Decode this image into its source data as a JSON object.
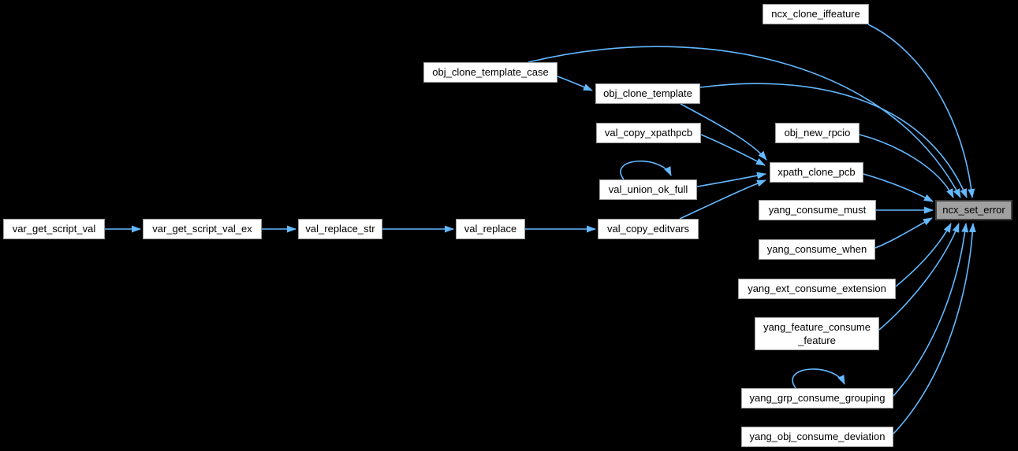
{
  "diagram": {
    "type": "call-graph",
    "description": "Caller graph for ncx_set_error",
    "colors": {
      "background": "#000000",
      "edge_color": "#63B8FF",
      "node_fill": "#FFFFFF",
      "node_border": "#9C9C9C",
      "highlight_fill": "#A0A0A0",
      "highlight_border": "#3E3E3E",
      "text_color": "#000000"
    }
  },
  "nodes": {
    "ncx_clone_iffeature": {
      "label": "ncx_clone_iffeature"
    },
    "obj_clone_template_case": {
      "label": "obj_clone_template_case"
    },
    "obj_clone_template": {
      "label": "obj_clone_template"
    },
    "val_copy_xpathpcb": {
      "label": "val_copy_xpathpcb"
    },
    "obj_new_rpcio": {
      "label": "obj_new_rpcio"
    },
    "xpath_clone_pcb": {
      "label": "xpath_clone_pcb"
    },
    "val_union_ok_full": {
      "label": "val_union_ok_full"
    },
    "yang_consume_must": {
      "label": "yang_consume_must"
    },
    "var_get_script_val": {
      "label": "var_get_script_val"
    },
    "var_get_script_val_ex": {
      "label": "var_get_script_val_ex"
    },
    "val_replace_str": {
      "label": "val_replace_str"
    },
    "val_replace": {
      "label": "val_replace"
    },
    "val_copy_editvars": {
      "label": "val_copy_editvars"
    },
    "ncx_set_error": {
      "label": "ncx_set_error",
      "highlighted": true
    },
    "yang_consume_when": {
      "label": "yang_consume_when"
    },
    "yang_ext_consume_extension": {
      "label": "yang_ext_consume_extension"
    },
    "yang_feature_consume_feature": {
      "label": "yang_feature_consume _feature",
      "line1": "yang_feature_consume",
      "line2": "_feature"
    },
    "yang_grp_consume_grouping": {
      "label": "yang_grp_consume_grouping"
    },
    "yang_obj_consume_deviation": {
      "label": "yang_obj_consume_deviation"
    }
  },
  "edges": [
    {
      "from": "var_get_script_val",
      "to": "var_get_script_val_ex"
    },
    {
      "from": "var_get_script_val_ex",
      "to": "val_replace_str"
    },
    {
      "from": "val_replace_str",
      "to": "val_replace"
    },
    {
      "from": "val_replace",
      "to": "val_copy_editvars"
    },
    {
      "from": "val_copy_editvars",
      "to": "xpath_clone_pcb"
    },
    {
      "from": "val_union_ok_full",
      "to": "xpath_clone_pcb"
    },
    {
      "from": "val_union_ok_full",
      "to": "val_union_ok_full"
    },
    {
      "from": "val_copy_xpathpcb",
      "to": "xpath_clone_pcb"
    },
    {
      "from": "obj_clone_template",
      "to": "xpath_clone_pcb"
    },
    {
      "from": "obj_clone_template_case",
      "to": "obj_clone_template"
    },
    {
      "from": "obj_clone_template_case",
      "to": "ncx_set_error"
    },
    {
      "from": "obj_clone_template",
      "to": "ncx_set_error"
    },
    {
      "from": "ncx_clone_iffeature",
      "to": "ncx_set_error"
    },
    {
      "from": "obj_new_rpcio",
      "to": "ncx_set_error"
    },
    {
      "from": "xpath_clone_pcb",
      "to": "ncx_set_error"
    },
    {
      "from": "yang_consume_must",
      "to": "ncx_set_error"
    },
    {
      "from": "yang_consume_when",
      "to": "ncx_set_error"
    },
    {
      "from": "yang_ext_consume_extension",
      "to": "ncx_set_error"
    },
    {
      "from": "yang_feature_consume_feature",
      "to": "ncx_set_error"
    },
    {
      "from": "yang_grp_consume_grouping",
      "to": "ncx_set_error"
    },
    {
      "from": "yang_grp_consume_grouping",
      "to": "yang_grp_consume_grouping"
    },
    {
      "from": "yang_obj_consume_deviation",
      "to": "ncx_set_error"
    }
  ]
}
